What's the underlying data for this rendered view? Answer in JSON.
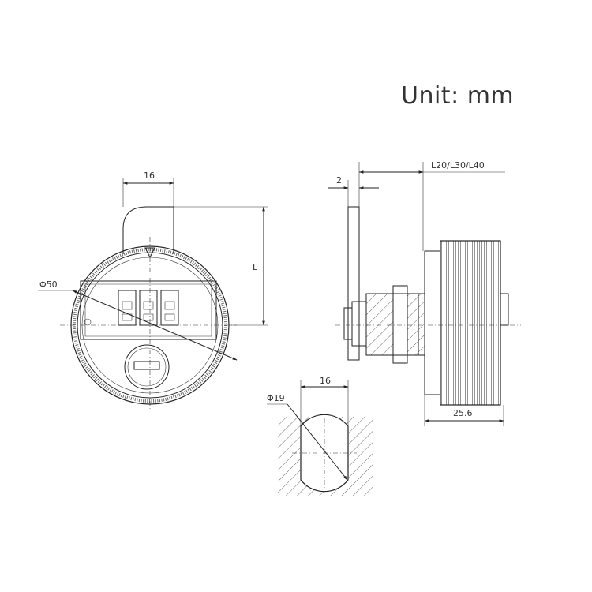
{
  "unit_label": "Unit: mm",
  "dimensions": {
    "front_width": "16",
    "front_height": "L",
    "front_diameter": "Φ50",
    "side_length": "L20/L30/L40",
    "side_plate": "2",
    "side_depth": "25.6",
    "cutout_width": "16",
    "cutout_diameter": "Φ19"
  }
}
